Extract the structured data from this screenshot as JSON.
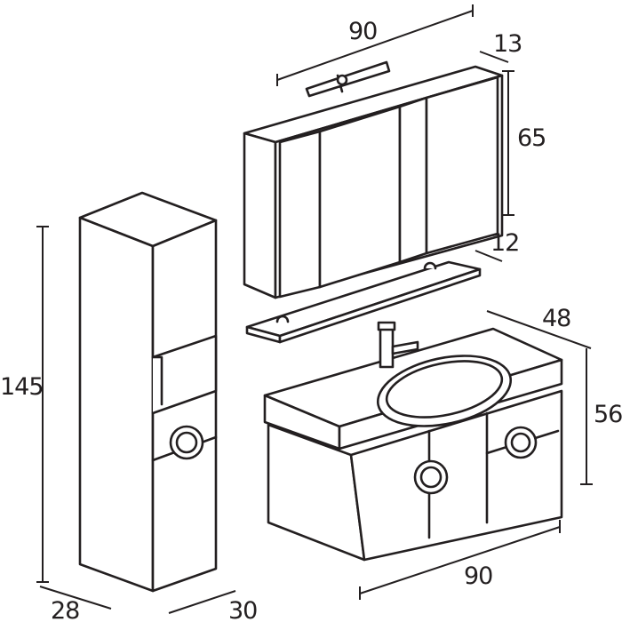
{
  "dimensions": {
    "mirror_width": "90",
    "mirror_depth": "13",
    "mirror_height": "65",
    "shelf_depth": "12",
    "vanity_depth": "48",
    "vanity_height": "56",
    "vanity_width": "90",
    "column_height": "145",
    "column_depth": "28",
    "column_width": "30"
  },
  "colors": {
    "line": "#231f20",
    "background": "#ffffff"
  }
}
